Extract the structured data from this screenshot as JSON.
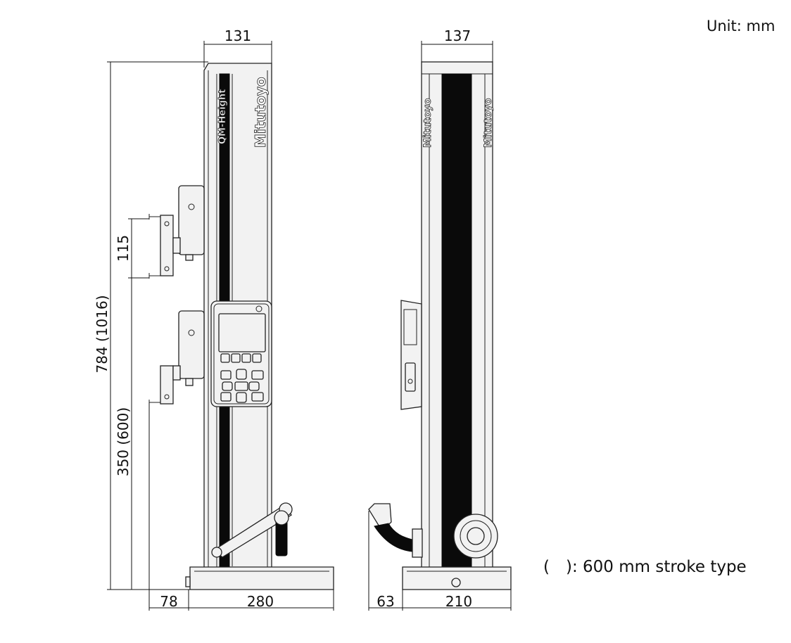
{
  "unit_label": "Unit: mm",
  "legend_note": "(　): 600 mm stroke type",
  "dimensions": {
    "front_width": "131",
    "side_width": "137",
    "total_height": "784 (1016)",
    "bracket_span": "115",
    "lower_height": "350 (600)",
    "front_offset": "78",
    "front_base": "280",
    "side_offset": "63",
    "side_base": "210"
  },
  "brand": "Mitutoyo",
  "product_mark": "QM-Height"
}
